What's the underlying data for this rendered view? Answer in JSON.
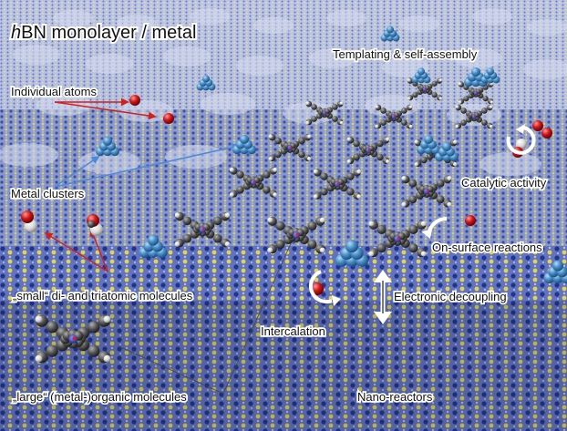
{
  "title": {
    "prefix": "h",
    "rest": "BN monolayer / metal"
  },
  "labels": {
    "templating": "Templating & self-assembly",
    "individual_atoms": "Individual atoms",
    "metal_clusters": "Metal clusters",
    "catalytic": "Catalytic activity",
    "small_molecules": "„small“ di- and triatomic molecules",
    "on_surface": "On-surface reactions",
    "electronic": "Electronic decoupling",
    "intercalation": "Intercalation",
    "large_molecules": "„large“ (metal-)organic molecules",
    "nano_reactors": "Nano-reactors"
  },
  "colors": {
    "surface_blue": "#3a4fa8",
    "surface_yellow": "#d8c84a",
    "cluster": "#4a90c8",
    "oxygen": "#d01818",
    "carbon_body": "#555555",
    "metal_center": "#3040d0",
    "arrow_red": "#d02020",
    "arrow_blue": "#4a8ad8"
  },
  "icons": [
    "clockwise-arrow-icon",
    "double-headed-arrow-icon",
    "pointer-arrow-icon"
  ]
}
